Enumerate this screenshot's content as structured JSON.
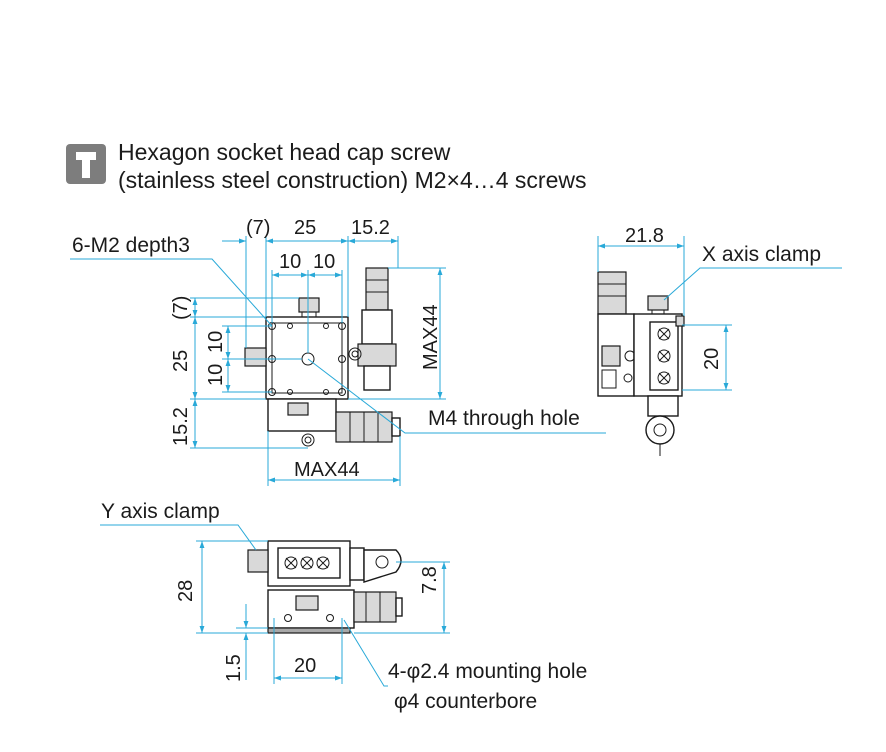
{
  "note": {
    "icon": "hex-screw-icon",
    "icon_color": "#7d7d7d",
    "line1": "Hexagon socket head cap screw",
    "line2": "(stainless steel construction) M2×4…4 screws"
  },
  "top_view": {
    "tapped_holes": "6-M2 depth3",
    "through_hole": "M4 through hole",
    "dim_7_top": "(7)",
    "dim_25_top": "25",
    "dim_15_2_top": "15.2",
    "dim_10a": "10",
    "dim_10b": "10",
    "dim_7_left": "(7)",
    "dim_25_left": "25",
    "dim_10_left_a": "10",
    "dim_10_left_b": "10",
    "dim_15_2_left": "15.2",
    "dim_max44_bottom": "MAX44",
    "dim_max44_right": "MAX44"
  },
  "side_view": {
    "dim_21_8": "21.8",
    "x_clamp": "X axis clamp",
    "dim_20": "20"
  },
  "front_view": {
    "y_clamp": "Y axis clamp",
    "dim_28": "28",
    "dim_7_8": "7.8",
    "dim_1_5": "1.5",
    "dim_20": "20",
    "mount_hole": "4-φ2.4 mounting hole",
    "counterbore": "φ4 counterbore"
  },
  "colors": {
    "dimension_line": "#29a9d8",
    "outline": "#1a1a1a",
    "fill_gray": "#d9d9d9",
    "text": "#1b1b1b"
  }
}
